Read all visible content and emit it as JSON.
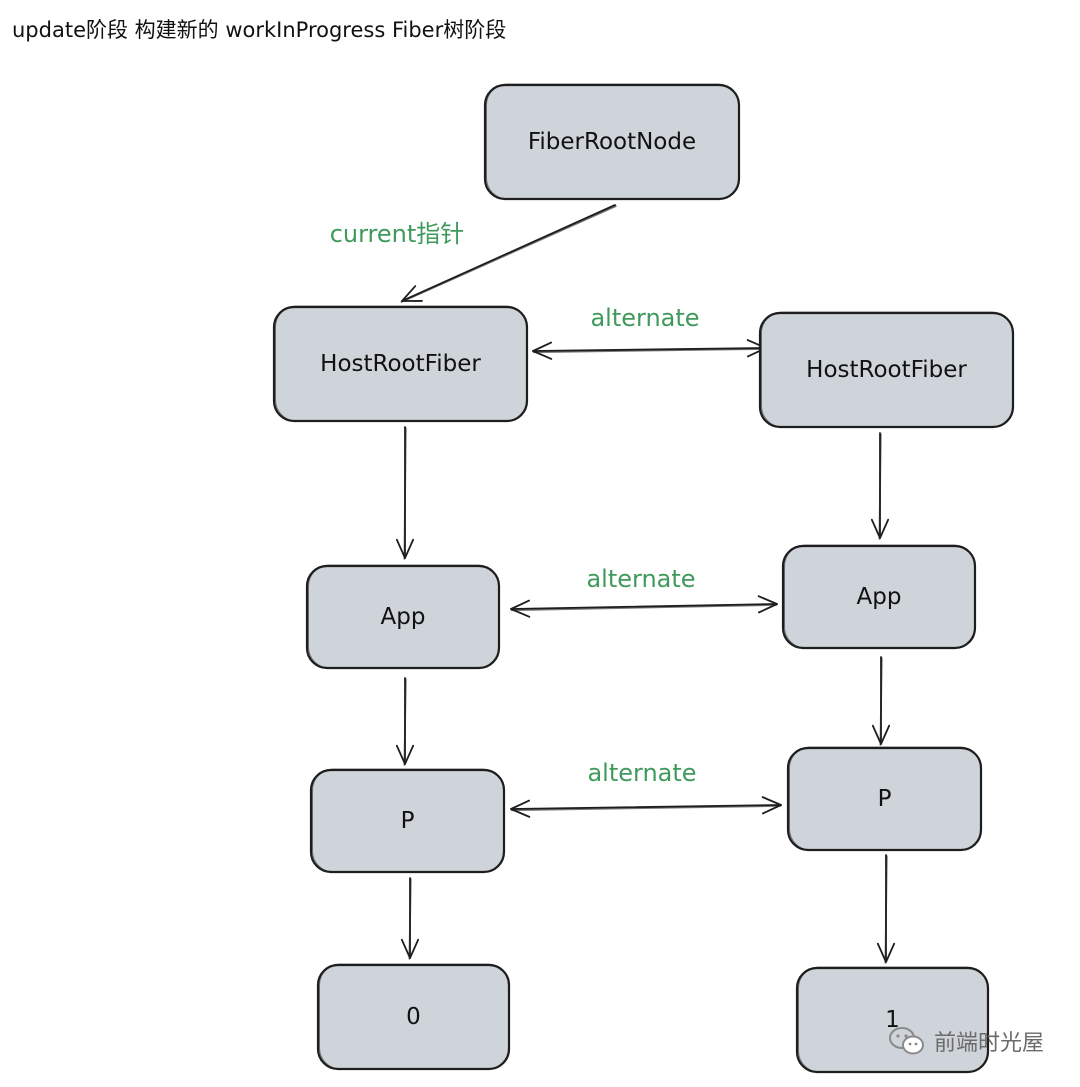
{
  "title": "update阶段 构建新的 workInProgress Fiber树阶段",
  "colors": {
    "node_fill": "#ced4da",
    "node_stroke": "#1e1e1e",
    "edge_label": "#3f9a5b"
  },
  "nodes": [
    {
      "id": "root",
      "label": "FiberRootNode"
    },
    {
      "id": "hostL",
      "label": "HostRootFiber"
    },
    {
      "id": "hostR",
      "label": "HostRootFiber"
    },
    {
      "id": "appL",
      "label": "App"
    },
    {
      "id": "appR",
      "label": "App"
    },
    {
      "id": "pL",
      "label": "P"
    },
    {
      "id": "pR",
      "label": "P"
    },
    {
      "id": "zeroL",
      "label": "0"
    },
    {
      "id": "oneR",
      "label": "1"
    }
  ],
  "edges": [
    {
      "from": "root",
      "to": "hostL",
      "label": "current指针"
    },
    {
      "from": "hostL",
      "to": "hostR",
      "label": "alternate",
      "bidirectional": true
    },
    {
      "from": "appL",
      "to": "appR",
      "label": "alternate",
      "bidirectional": true
    },
    {
      "from": "pL",
      "to": "pR",
      "label": "alternate",
      "bidirectional": true
    },
    {
      "from": "hostL",
      "to": "appL",
      "label": ""
    },
    {
      "from": "appL",
      "to": "pL",
      "label": ""
    },
    {
      "from": "pL",
      "to": "zeroL",
      "label": ""
    },
    {
      "from": "hostR",
      "to": "appR",
      "label": ""
    },
    {
      "from": "appR",
      "to": "pR",
      "label": ""
    },
    {
      "from": "pR",
      "to": "oneR",
      "label": ""
    }
  ],
  "watermark": {
    "text": "前端时光屋",
    "icon": "wechat-icon"
  }
}
